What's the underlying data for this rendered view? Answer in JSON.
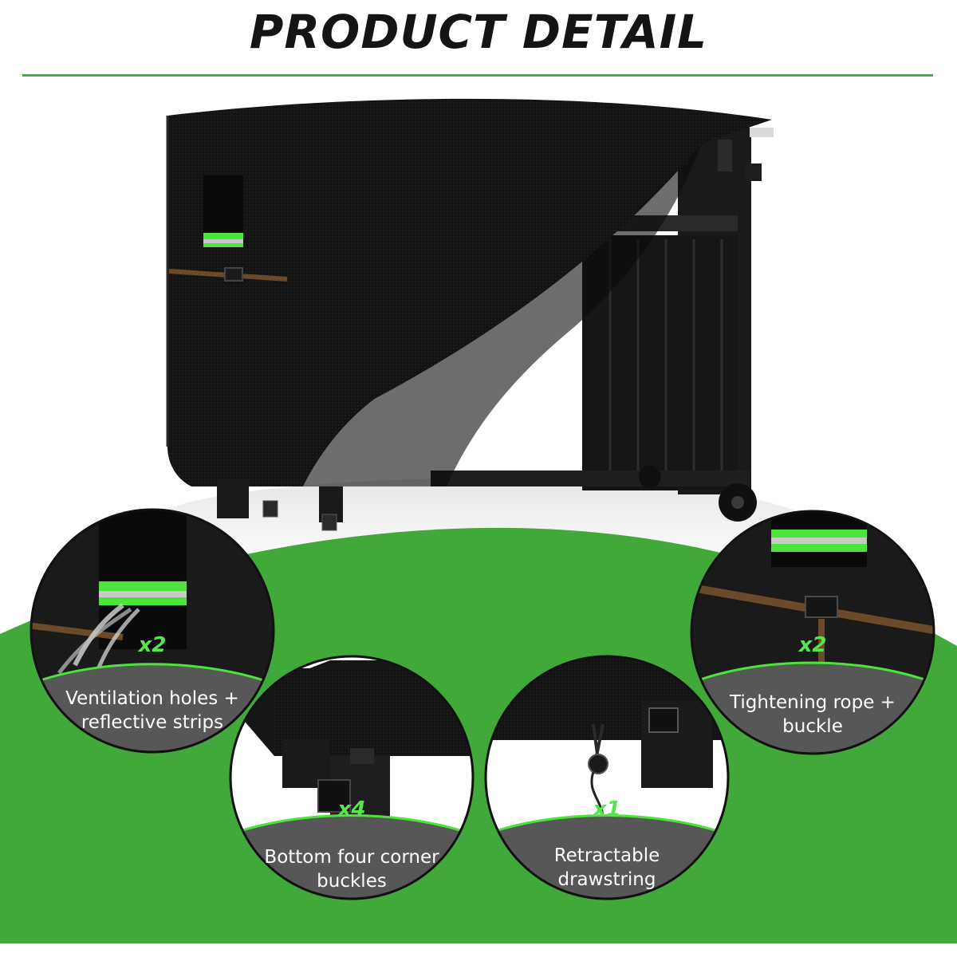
{
  "header": {
    "title": "PRODUCT DETAIL"
  },
  "colors": {
    "accent_green": "#3fa63a",
    "reflective_green": "#4ce43a",
    "cover_black": "#111111",
    "caption_gray": "#595959",
    "strap_brown": "#6b4a2a"
  },
  "features": [
    {
      "count": "x2",
      "line1": "Ventilation holes +",
      "line2": "reflective strips"
    },
    {
      "count": "x4",
      "line1": "Bottom four corner",
      "line2": "buckles"
    },
    {
      "count": "x1",
      "line1": "Retractable",
      "line2": "drawstring"
    },
    {
      "count": "x2",
      "line1": "Tightening rope +",
      "line2": "buckle"
    }
  ]
}
